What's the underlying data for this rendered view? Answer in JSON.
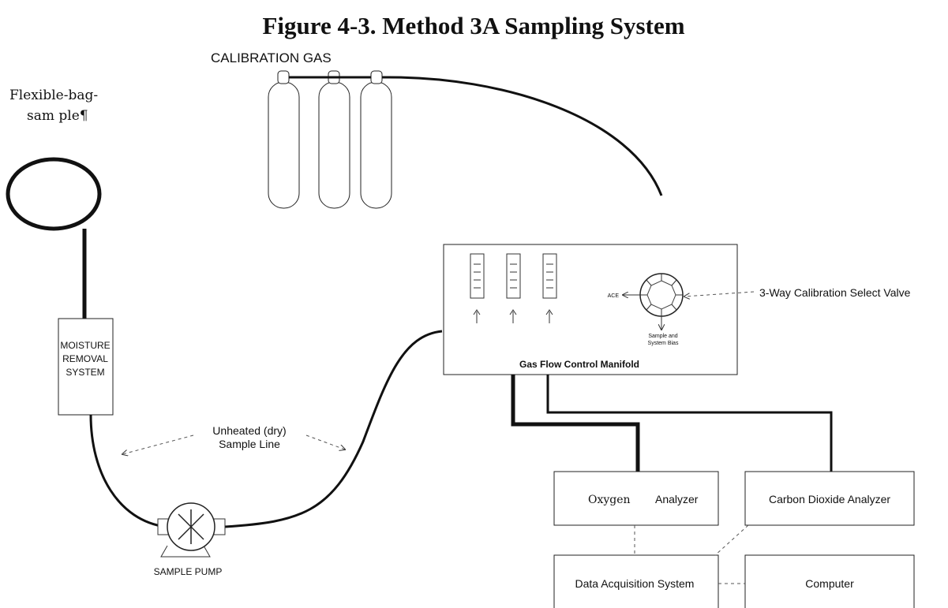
{
  "title": "Figure 4-3.  Method 3A Sampling System",
  "calibration_gas_label": "CALIBRATION GAS",
  "flexible_bag": {
    "line1": "Flexible-bag-",
    "line2": "sam ple¶"
  },
  "moisture": {
    "line1": "MOISTURE",
    "line2": "REMOVAL",
    "line3": "SYSTEM"
  },
  "sample_line": {
    "line1": "Unheated (dry)",
    "line2": "Sample Line"
  },
  "sample_pump_label": "SAMPLE PUMP",
  "manifold": {
    "title": "Gas Flow Control Manifold",
    "vent_label": "ACE",
    "sample_bias": {
      "line1": "Sample and",
      "line2": "System Bias"
    }
  },
  "valve_label": "3-Way Calibration Select Valve",
  "oxygen_analyzer": {
    "word1": "Oxygen",
    "word2": "Analyzer"
  },
  "co2_analyzer_label": "Carbon Dioxide Analyzer",
  "daq_label": "Data Acquisition System",
  "computer_label": "Computer"
}
